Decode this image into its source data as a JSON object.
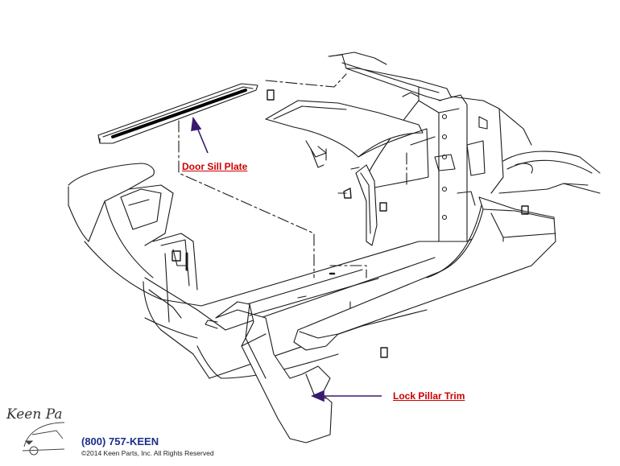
{
  "callouts": {
    "door_sill_plate": "Door Sill Plate",
    "lock_pillar_trim": "Lock Pillar Trim"
  },
  "footer": {
    "phone": "(800) 757-KEEN",
    "copyright": "©2014 Keen Parts, Inc. All Rights Reserved",
    "logo_text": "Keen Pa"
  },
  "colors": {
    "callout_text": "#cc0000",
    "arrow": "#3a1a6e",
    "phone_text": "#1a2f8a",
    "line_art": "#1a1a1a"
  }
}
